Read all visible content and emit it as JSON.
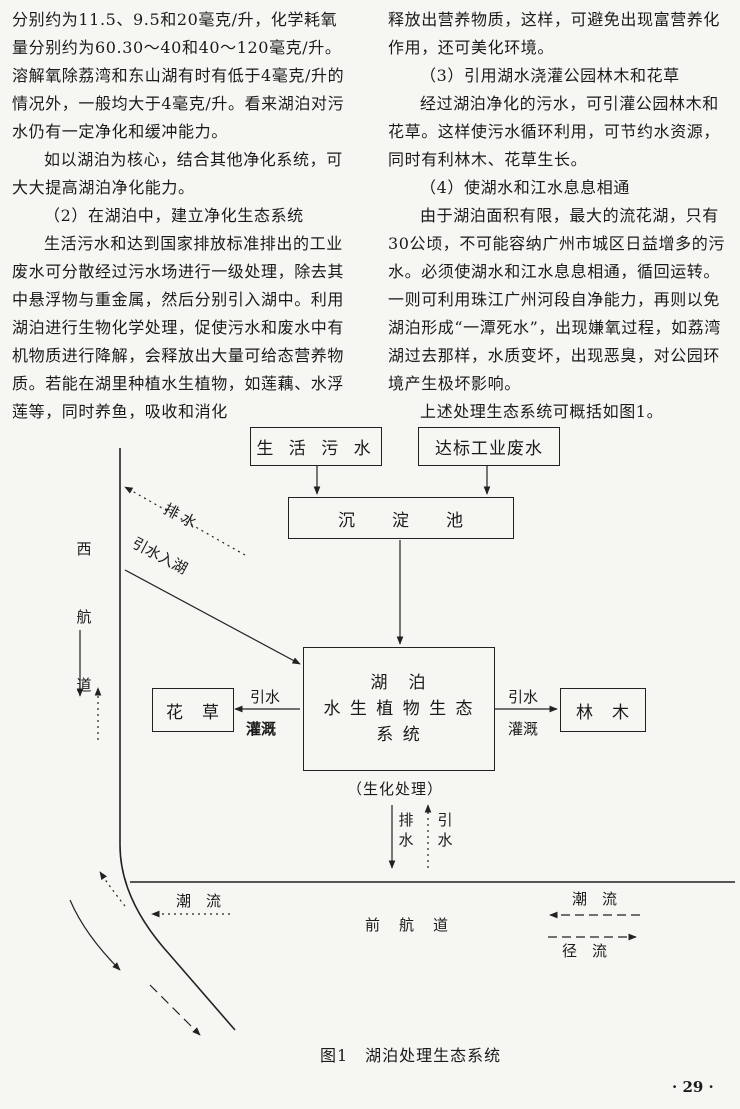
{
  "left_column": [
    "分别约为11.5、9.5和20毫克/升，化学耗氧量分别约为60.30～40和40～120毫克/升。溶解氧除荔湾和东山湖有时有低于4毫克/升的情况外，一般均大于4毫克/升。看来湖泊对污水仍有一定净化和缓冲能力。",
    "如以湖泊为核心，结合其他净化系统，可大大提高湖泊净化能力。",
    "（2）在湖泊中，建立净化生态系统",
    "生活污水和达到国家排放标准排出的工业废水可分散经过污水场进行一级处理，除去其中悬浮物与重金属，然后分别引入湖中。利用湖泊进行生物化学处理，促使污水和废水中有机物质进行降解，会释放出大量可给态营养物质。若能在湖里种植水生植物，如莲藕、水浮莲等，同时养鱼，吸收和消化"
  ],
  "right_column": [
    "释放出营养物质，这样，可避免出现富营养化作用，还可美化环境。",
    "（3）引用湖水浇灌公园林木和花草",
    "经过湖泊净化的污水，可引灌公园林木和花草。这样使污水循环利用，可节约水资源，同时有利林木、花草生长。",
    "（4）使湖水和江水息息相通",
    "由于湖泊面积有限，最大的流花湖，只有30公顷，不可能容纳广州市城区日益增多的污水。必须使湖水和江水息息相通，循回运转。一则可利用珠江广州河段自净能力，再则以免湖泊形成“一潭死水”，出现嫌氧过程，如荔湾湖过去那样，水质变坏，出现恶臭，对公园环境产生极坏影响。",
    "上述处理生态系统可概括如图1。"
  ],
  "diagram": {
    "domestic_sewage": "生 活 污 水",
    "industrial_wastewater": "达标工业废水",
    "sedimentation_tank": "沉　　淀　　池",
    "lake_title": "湖　泊",
    "lake_line2": "水 生 植 物 生 态",
    "lake_line3": "系 统",
    "flowers": "花　草",
    "trees": "林　木",
    "biochem": "（生化处理）",
    "drain_label": "排 水",
    "draw_water_label": "引 水",
    "drain_vertical": "排水",
    "intake_vertical": "引水",
    "intake_to_lake": "引水入湖",
    "irrigate_left_top": "引水",
    "irrigate_left_bottom": "灌溉",
    "irrigate_right_top": "引水",
    "irrigate_right_bottom": "灌溉",
    "west_channel": "西　航　道",
    "front_channel": "前　航　道",
    "tide_left": "潮　流",
    "tide_right": "潮　流",
    "runoff": "径　流"
  },
  "caption": "图1　湖泊处理生态系统",
  "page_number": "· 29 ·"
}
